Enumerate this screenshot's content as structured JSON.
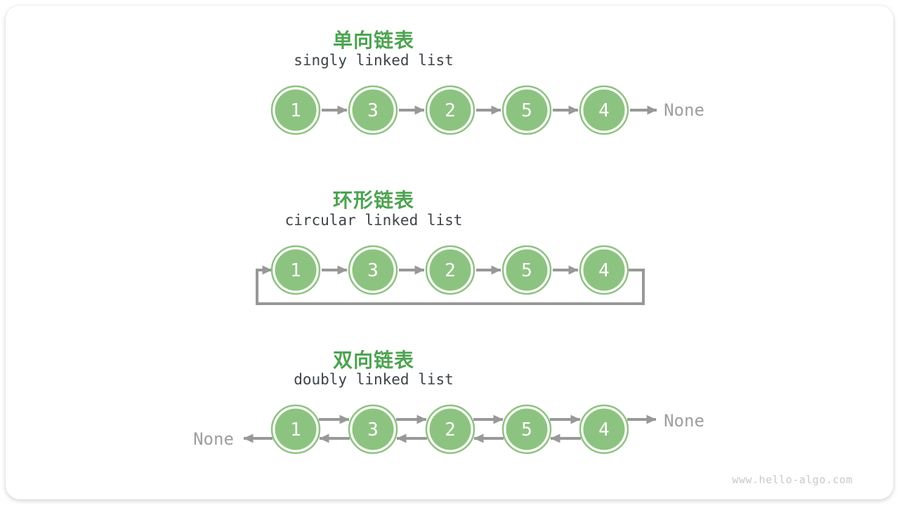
{
  "page": {
    "watermark": "www.hello-algo.com"
  },
  "colors": {
    "title_green": "#4da351",
    "node_green": "#8dc380",
    "node_text": "#ffffff",
    "arrow_gray": "#989898",
    "none_gray": "#9e9e9e",
    "subtitle_dark": "#3d4348",
    "watermark_gray": "#c6c9ca"
  },
  "sections": [
    {
      "id": "singly",
      "title": "单向链表",
      "subtitle": "singly linked list",
      "nodes": [
        "1",
        "3",
        "2",
        "5",
        "4"
      ],
      "tail_label": "None"
    },
    {
      "id": "circular",
      "title": "环形链表",
      "subtitle": "circular linked list",
      "nodes": [
        "1",
        "3",
        "2",
        "5",
        "4"
      ]
    },
    {
      "id": "doubly",
      "title": "双向链表",
      "subtitle": "doubly linked list",
      "nodes": [
        "1",
        "3",
        "2",
        "5",
        "4"
      ],
      "head_label": "None",
      "tail_label": "None"
    }
  ]
}
